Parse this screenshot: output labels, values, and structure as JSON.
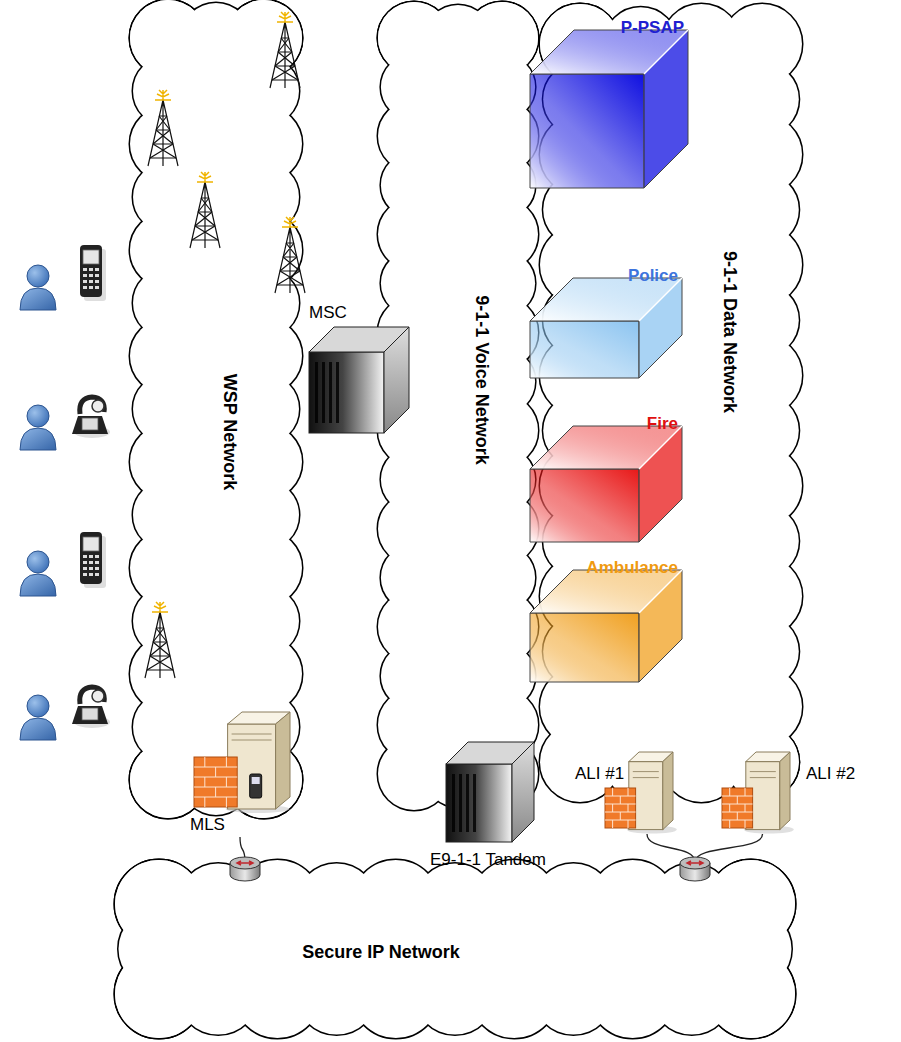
{
  "diagram": {
    "nodes": [
      {
        "text": [
          "WSP Network"
        ]
      },
      {
        "text": [
          "9-1-1 Voice Network"
        ]
      },
      {
        "text": [
          "9-1-1 Data Network"
        ]
      },
      {
        "text": [
          "P-PSAP"
        ]
      },
      {
        "text": [
          "Police"
        ]
      },
      {
        "text": [
          "Fire"
        ]
      },
      {
        "text": [
          "Ambulance"
        ]
      },
      {
        "text": [
          "MSC"
        ]
      },
      {
        "text": [
          "MLS"
        ]
      },
      {
        "text": [
          "E9-1-1 Tandem"
        ]
      },
      {
        "text": [
          "ALI #1"
        ]
      },
      {
        "text": [
          "ALI #2"
        ]
      },
      {
        "text": [
          "Secure IP Network"
        ]
      }
    ],
    "edges": [
      {
        "from": 3,
        "to": 4,
        "arrow": "none"
      },
      {
        "from": 4,
        "to": 5,
        "arrow": "none"
      },
      {
        "from": 5,
        "to": 6,
        "arrow": "none"
      },
      {
        "from": 8,
        "to": 12,
        "arrow": "none"
      },
      {
        "from": 10,
        "to": 12,
        "arrow": "none"
      },
      {
        "from": 11,
        "to": 12,
        "arrow": "none"
      }
    ]
  }
}
